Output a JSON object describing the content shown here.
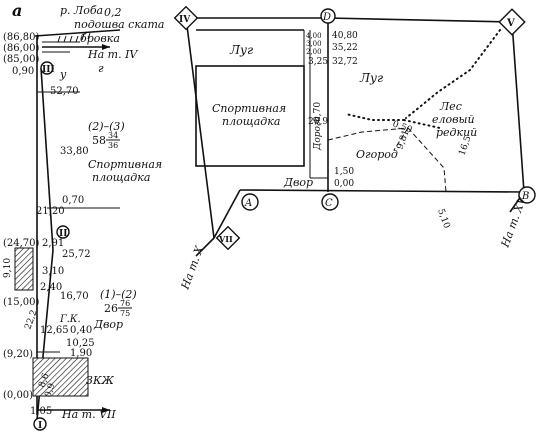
{
  "panel_label": "а",
  "left": {
    "top_annotations": {
      "river_edge": "р. Лоба",
      "river_offset": "0,2",
      "slope_base": "подошва ската",
      "ford": "бровка",
      "to_station_iv": "На т. IV",
      "slope_letter": "г",
      "slope_letter_y": "у"
    },
    "elevations": [
      "(86,80)",
      "(86,00)",
      "(85,00)",
      "(24,70)",
      "(15,00)",
      "(9,20)",
      "(0,00)"
    ],
    "station_labels": {
      "iii": "III",
      "ii": "II",
      "i": "I"
    },
    "distances": [
      "0,90",
      "52,70",
      "33,80",
      "0,70",
      "21,20",
      "2,91",
      "25,72",
      "3,10",
      "2,40",
      "16,70",
      "12,65",
      "0,40",
      "10,25",
      "1,90",
      "1,05"
    ],
    "side_offsets": [
      "9,10",
      "22,2",
      "8,6",
      "0,9"
    ],
    "formula_upper": {
      "name": "(2)–(3)",
      "value": "58",
      "num": "34",
      "den": "36"
    },
    "formula_lower": {
      "name": "(1)–(2)",
      "value": "26",
      "num": "76",
      "den": "75"
    },
    "sport_field": "Спортивная площадка",
    "gk": "Г.К.",
    "yard": "Двор",
    "building": "3КЖ",
    "to_station_vii": "На т. VII"
  },
  "right": {
    "stations": {
      "iv": "IV",
      "d": "D",
      "v": "V",
      "a": "A",
      "c": "C",
      "b": "B",
      "vii": "VII"
    },
    "meadow_left": "Луг",
    "meadow_right": "Луг",
    "sport_field": "Спортивная площадка",
    "road": "Дорога",
    "garden": "Огород",
    "yard": "Двор",
    "forest_line1": "Лес",
    "forest_line2": "еловый",
    "forest_line3": "редкий",
    "top_values": [
      "40,80",
      "35,22",
      "32,72"
    ],
    "top_small": [
      "4,00",
      "3,00",
      "2,00"
    ],
    "value_3_25": "3,25",
    "value_20_9": "20,9",
    "value_0_70": "0,70",
    "value_1_50": "1,50",
    "value_0_00": "0,00",
    "value_9_81": "9,81",
    "value_0_50": "0,50",
    "value_16_5": "16,5",
    "value_5_10": "5,10",
    "to_station_x": "На т. X",
    "to_station_xv": "На т. XV"
  }
}
